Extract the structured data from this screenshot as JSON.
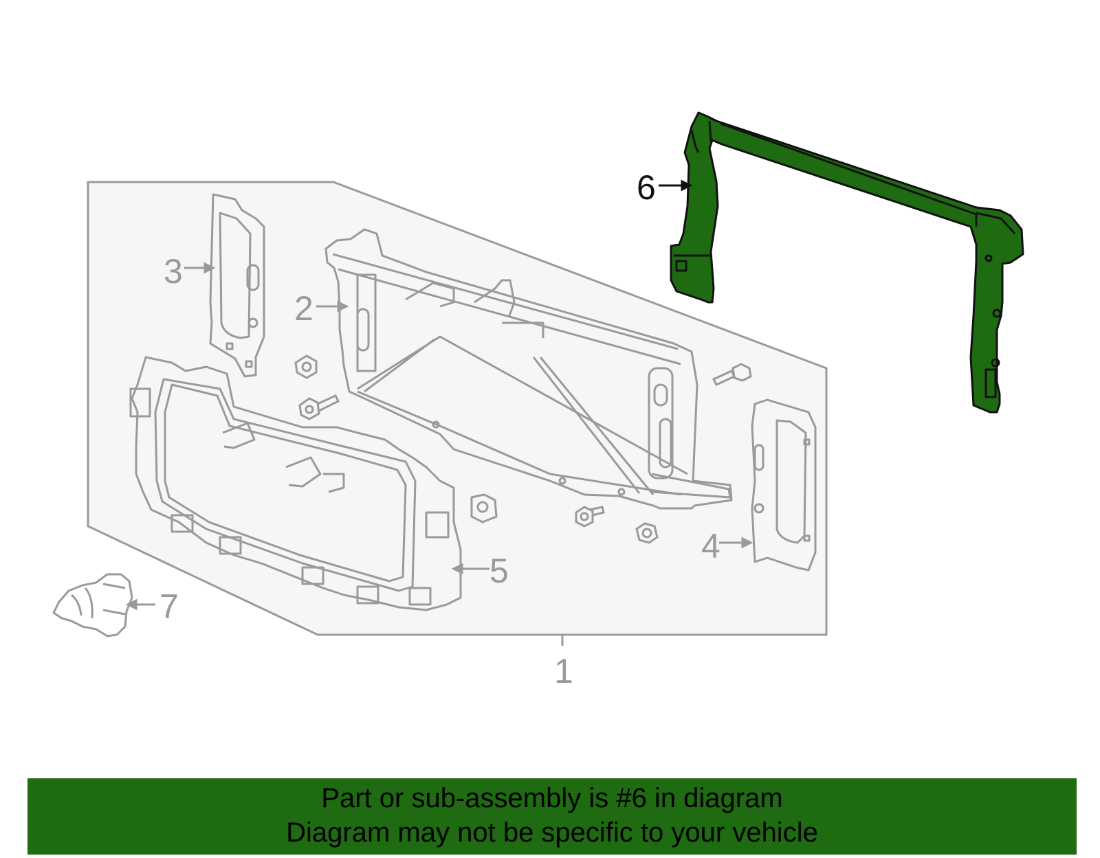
{
  "diagram": {
    "callouts": {
      "c1": "1",
      "c2": "2",
      "c3": "3",
      "c4": "4",
      "c5": "5",
      "c6": "6",
      "c7": "7"
    },
    "highlight_part": "6",
    "colors": {
      "highlight": "#1e6b12",
      "assembly_panel": "#f6f6f6",
      "outline": "#9a9a9a",
      "highlight_stroke": "#111111"
    }
  },
  "banner": {
    "line1": "Part or sub-assembly is #6 in diagram",
    "line2": "Diagram may not be specific to your vehicle"
  }
}
